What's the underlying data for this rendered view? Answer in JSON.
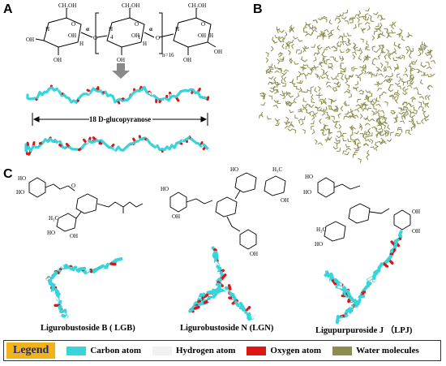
{
  "panels": {
    "a": "A",
    "b": "B",
    "c": "C"
  },
  "panel_a": {
    "repeat_label": "n=16",
    "glucopyranose_label": "18 D-glucopyranose",
    "alpha": "α",
    "group_ch2oh": "CH₂OH",
    "group_oh": "OH",
    "atom_h": "H",
    "atom_o": "O",
    "ring_c4": "4",
    "ring_c1": "1"
  },
  "molecules": [
    {
      "name": "Ligurobustoside B ( LGB)"
    },
    {
      "name": "Ligurobustoside N (LGN)"
    },
    {
      "name": "Ligupurpuroside J （LPJ)"
    }
  ],
  "chem_groups": {
    "ho": "HO",
    "oh": "OH",
    "h3c": "H₃C",
    "o": "O"
  },
  "legend": {
    "title": "Legend",
    "items": [
      {
        "label": "Carbon atom",
        "color": "#38d4dc"
      },
      {
        "label": "Hydrogen atom",
        "color": "#f1f1f1"
      },
      {
        "label": "Oxygen atom",
        "color": "#dd1515"
      },
      {
        "label": "Water molecules",
        "color": "#8c8c4e"
      }
    ]
  },
  "colors": {
    "carbon": "#38d4dc",
    "hydrogen": "#f1f1f1",
    "oxygen": "#dd1515",
    "water": "#8c8c4e",
    "arrow": "#8a8a8a"
  }
}
